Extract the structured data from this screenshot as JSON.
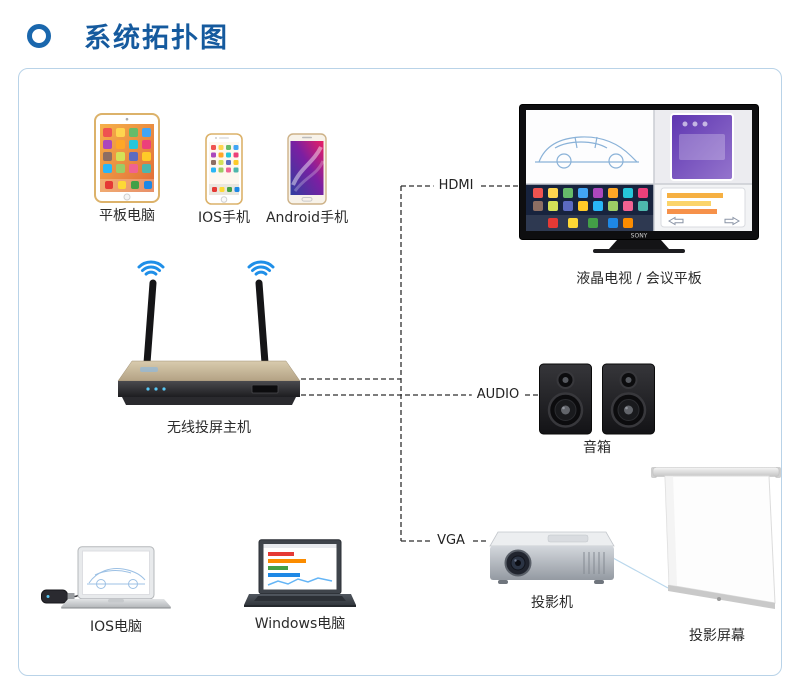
{
  "header": {
    "title": "系统拓扑图"
  },
  "diagram": {
    "sources": {
      "tablet": {
        "label": "平板电脑"
      },
      "ios_phone": {
        "label": "IOS手机"
      },
      "android_phone": {
        "label": "Android手机"
      },
      "ios_computer": {
        "label": "IOS电脑"
      },
      "windows_computer": {
        "label": "Windows电脑"
      }
    },
    "host": {
      "label": "无线投屏主机"
    },
    "outputs": {
      "tv": {
        "label": "液晶电视 / 会议平板",
        "brand": "SONY"
      },
      "speakers": {
        "label": "音箱"
      },
      "projector": {
        "label": "投影机"
      },
      "projection_screen": {
        "label": "投影屏幕"
      }
    },
    "connections": {
      "hdmi": {
        "label": "HDMI"
      },
      "audio": {
        "label": "AUDIO"
      },
      "vga": {
        "label": "VGA"
      }
    }
  },
  "colors": {
    "accent": "#155a9e",
    "panel_border": "#b9d3e8",
    "wire": "#2f2f2f",
    "wifi": "#1f8fe8"
  }
}
